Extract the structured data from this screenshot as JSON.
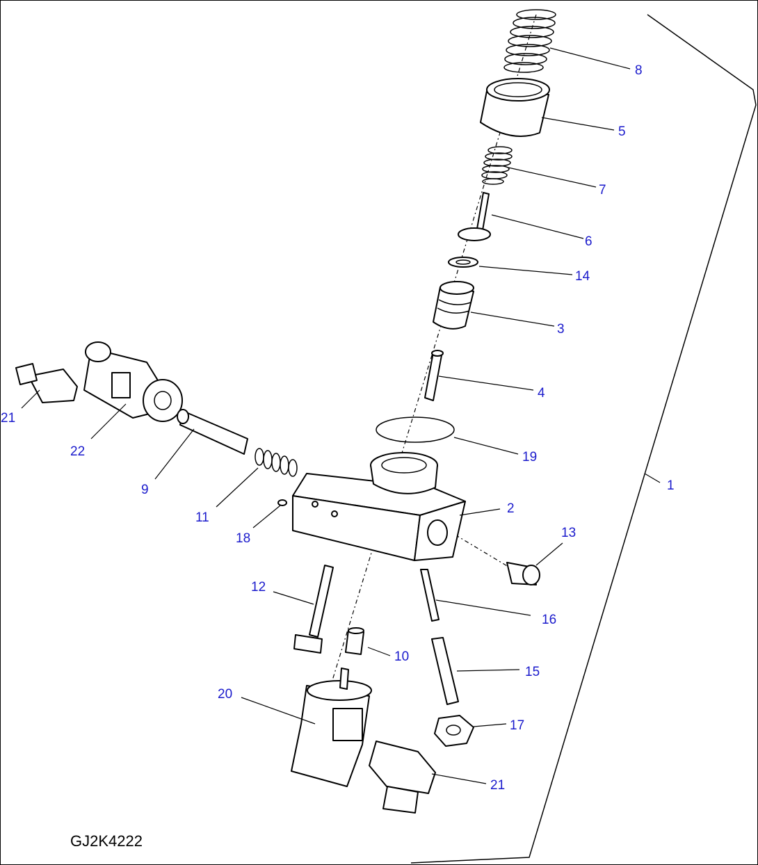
{
  "drawing_code": "GJ2K4222",
  "callouts": [
    "1",
    "2",
    "3",
    "4",
    "5",
    "6",
    "7",
    "8",
    "9",
    "10",
    "11",
    "12",
    "13",
    "14",
    "15",
    "16",
    "17",
    "18",
    "19",
    "20",
    "21",
    "21",
    "22"
  ],
  "colors": {
    "callout": "#1a1acc",
    "line": "#000000",
    "background": "#ffffff"
  }
}
